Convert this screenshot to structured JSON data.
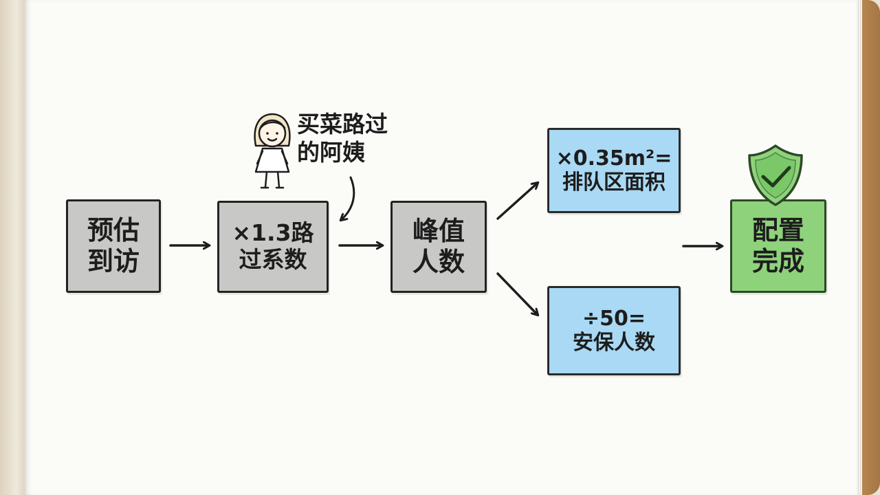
{
  "nodes": {
    "estimate": {
      "line1": "预估",
      "line2": "到访"
    },
    "passby": {
      "line1": "×1.3路",
      "line2": "过系数"
    },
    "peak": {
      "line1": "峰值",
      "line2": "人数"
    },
    "queue": {
      "line1": "×0.35m²=",
      "line2": "排队区面积"
    },
    "security": {
      "line1": "÷50=",
      "line2": "安保人数"
    },
    "done": {
      "line1": "配置",
      "line2": "完成"
    }
  },
  "annotation": {
    "line1": "买菜路过",
    "line2": "的阿姨"
  },
  "icons": {
    "person": "auntie-figure-icon",
    "shield": "shield-check-icon",
    "arrow": "arrow-right-icon"
  },
  "colors": {
    "gray_box": "#c8c8c6",
    "blue_box": "#a9d9f4",
    "green_box": "#8fd27c",
    "ink": "#1d1d1d"
  }
}
